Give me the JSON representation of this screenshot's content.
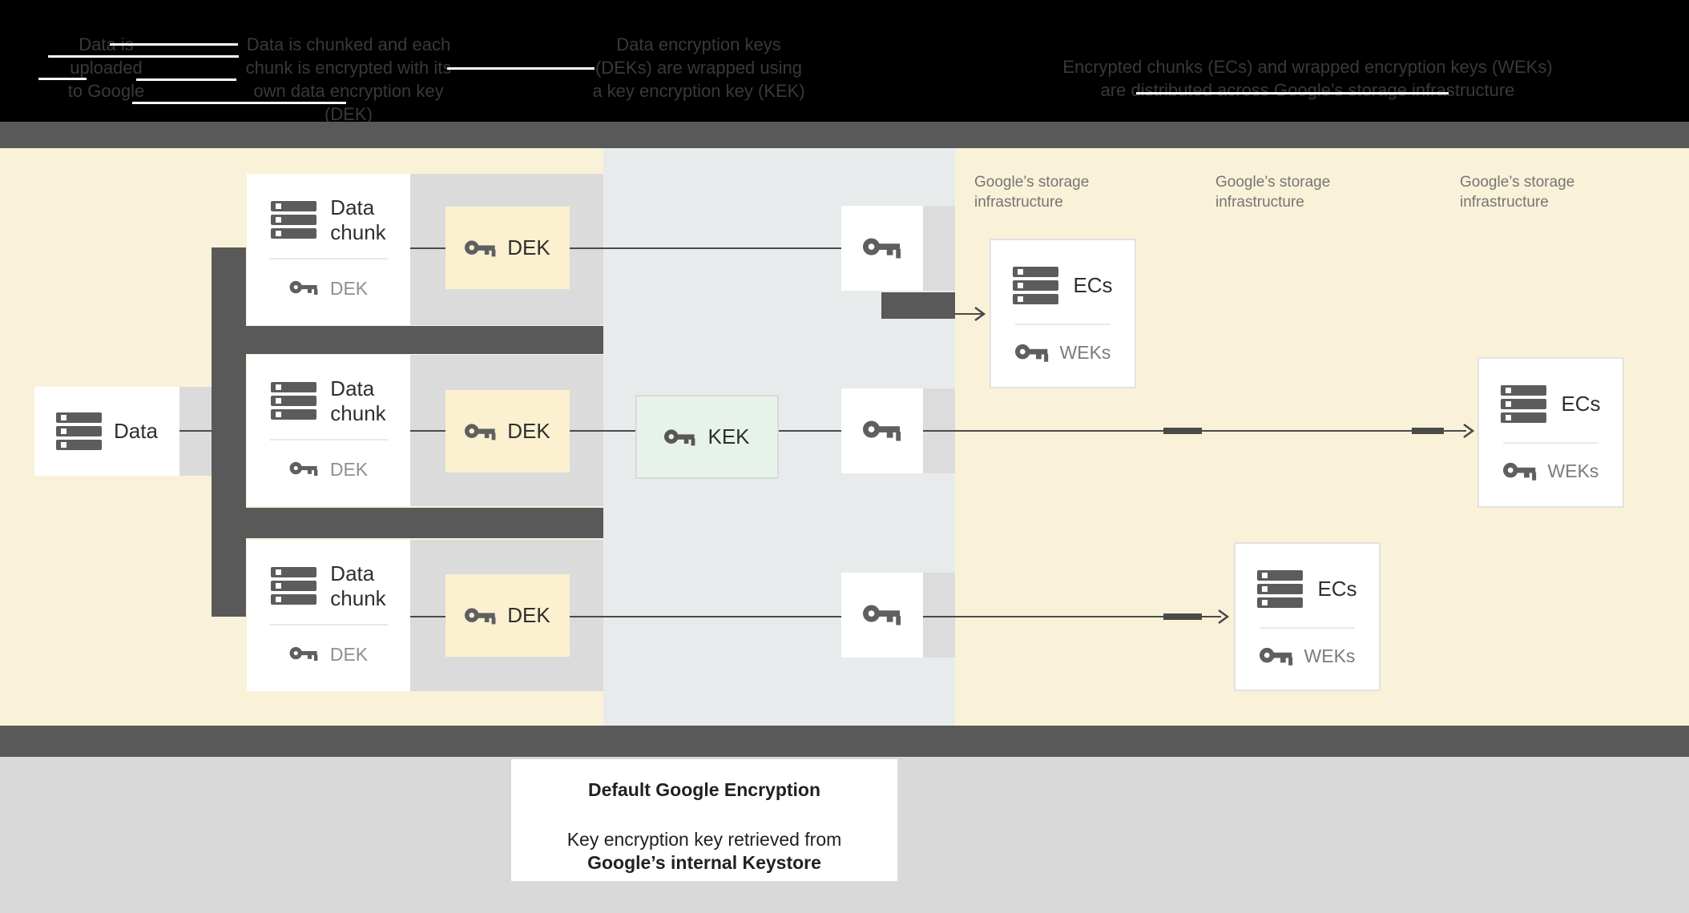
{
  "header": {
    "steps": [
      {
        "line1": "Data is",
        "line2": "uploaded",
        "line3": "to Google"
      },
      {
        "line1": "Data is chunked and each",
        "line2": "chunk is encrypted with its",
        "line3": "own data encryption key (DEK)"
      },
      {
        "line1": "Data encryption keys",
        "line2": "(DEKs) are wrapped using",
        "line3": "a key encryption key (KEK)"
      },
      {
        "line1": "Encrypted chunks (ECs) and wrapped encryption keys (WEKs)",
        "line2": "are distributed across Google’s storage infrastructure",
        "line3": ""
      }
    ]
  },
  "diagram": {
    "data_box": {
      "label": "Data"
    },
    "chunks": [
      {
        "name1": "Data",
        "name2": "chunk",
        "dek": "DEK"
      },
      {
        "name1": "Data",
        "name2": "chunk",
        "dek": "DEK"
      },
      {
        "name1": "Data",
        "name2": "chunk",
        "dek": "DEK"
      }
    ],
    "deks": [
      {
        "label": "DEK"
      },
      {
        "label": "DEK"
      },
      {
        "label": "DEK"
      }
    ],
    "kek": {
      "label": "KEK"
    },
    "storage_labels": [
      {
        "line1": "Google’s storage",
        "line2": "infrastructure"
      },
      {
        "line1": "Google’s storage",
        "line2": "infrastructure"
      },
      {
        "line1": "Google’s storage",
        "line2": "infrastructure"
      }
    ],
    "ecs": [
      {
        "title": "ECs",
        "weks": "WEKs"
      },
      {
        "title": "ECs",
        "weks": "WEKs"
      },
      {
        "title": "ECs",
        "weks": "WEKs"
      }
    ]
  },
  "legend": {
    "title": "Default Google Encryption",
    "line1": "Key encryption key retrieved from",
    "line2": "Google’s internal Keystore"
  },
  "colors": {
    "cream": "#faf2d8",
    "blue_gray_band": "#e8ebec",
    "dark_gray": "#595959",
    "row_band_gray": "#dbdbdb",
    "footer_gray": "#d9d9d9",
    "dek_yellow": "#fbf0cf",
    "kek_green": "#e7f2eb",
    "icon_gray": "#5f5f5f",
    "header_text": "#393939"
  }
}
